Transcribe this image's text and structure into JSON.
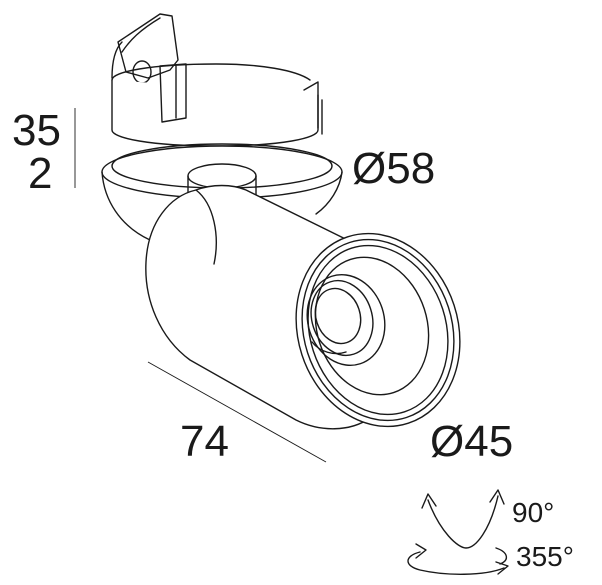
{
  "dimensions": {
    "height_top": "35",
    "height_bottom": "2",
    "diameter_flange": "Ø58",
    "length": "74",
    "diameter_head": "Ø45"
  },
  "rotation": {
    "tilt": "90°",
    "pan": "355°"
  }
}
